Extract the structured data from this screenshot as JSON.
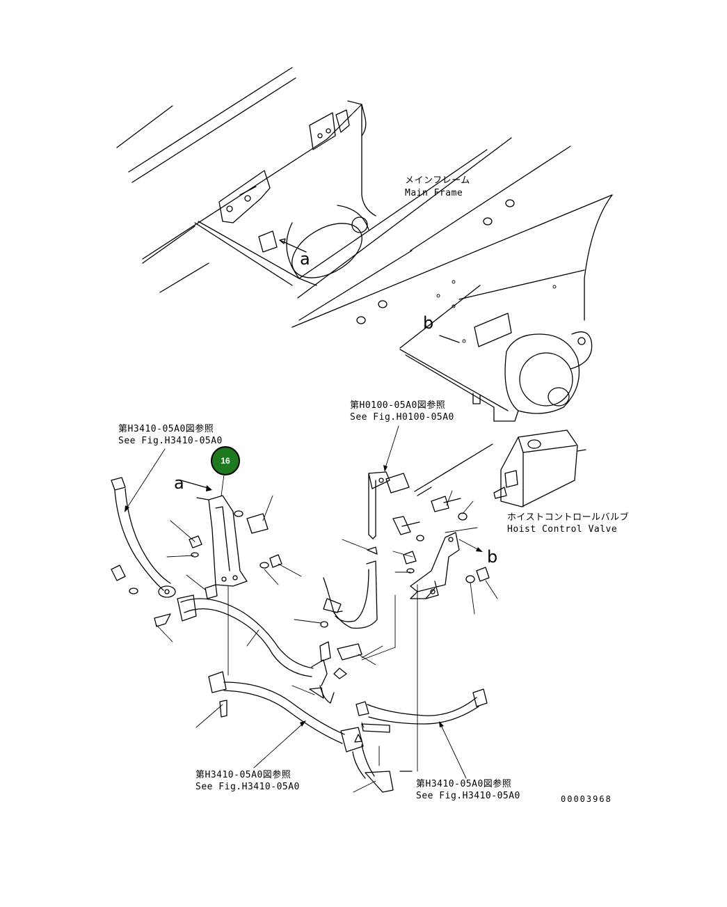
{
  "labels": {
    "main_frame_jp": "メインフレーム",
    "main_frame_en": "Main Frame",
    "hoist_valve_jp": "ホイストコントロールバルブ",
    "hoist_valve_en": "Hoist Control Valve",
    "ref_h0100_jp": "第H0100-05A0図参照",
    "ref_h0100_en": "See Fig.H0100-05A0",
    "ref_h3410_a_jp": "第H3410-05A0図参照",
    "ref_h3410_a_en": "See Fig.H3410-05A0",
    "ref_h3410_b_jp": "第H3410-05A0図参照",
    "ref_h3410_b_en": "See Fig.H3410-05A0",
    "ref_h3410_c_jp": "第H3410-05A0図参照",
    "ref_h3410_c_en": "See Fig.H3410-05A0",
    "marker_a_top": "a",
    "marker_b_top": "b",
    "marker_a_bottom": "a",
    "marker_b_bottom": "b",
    "doc_number": "00003968"
  },
  "callout": {
    "number": "16",
    "color": "#1f7a1f"
  }
}
